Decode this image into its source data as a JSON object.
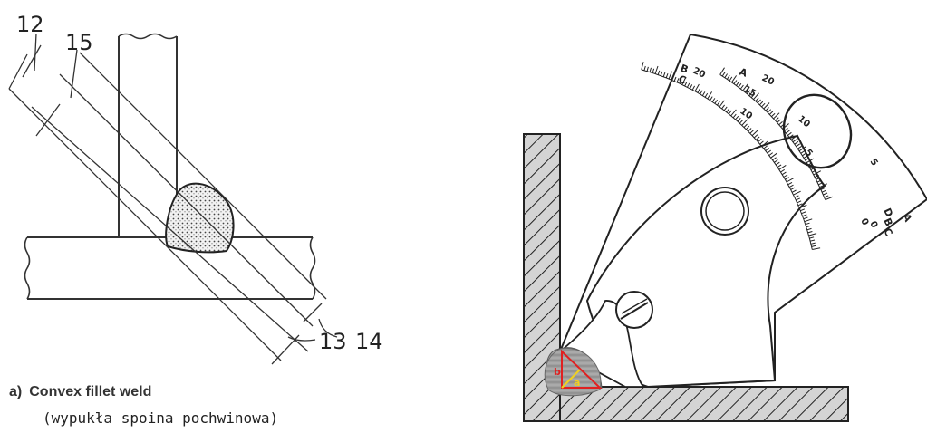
{
  "left_figure": {
    "labels": {
      "n12": "12",
      "n15": "15",
      "n13": "13",
      "n14": "14"
    },
    "caption_letter": "a)",
    "caption_title": "Convex fillet weld",
    "caption_polish": "(wypukła spoina pochwinowa)"
  },
  "right_figure": {
    "scale_letters": {
      "b_top": "B",
      "c_top": "C",
      "a_top": "A",
      "d_right": "D",
      "b_right": "B",
      "c_right": "C",
      "a_right": "A"
    },
    "scale_numbers": {
      "n20_left": "20",
      "n20_mid": "20",
      "n15": "15",
      "n10_a": "10",
      "n10_b": "10",
      "n5_a": "5",
      "n5_b": "5",
      "n0_a": "0",
      "n0_b": "0"
    },
    "weld_labels": {
      "b": "b",
      "a": "a"
    },
    "colors": {
      "hatch_fill": "#d0d0d0",
      "weld_fill": "#9a9a9a",
      "triangle_stroke": "#e02020",
      "inner_line": "#f0d020"
    }
  }
}
